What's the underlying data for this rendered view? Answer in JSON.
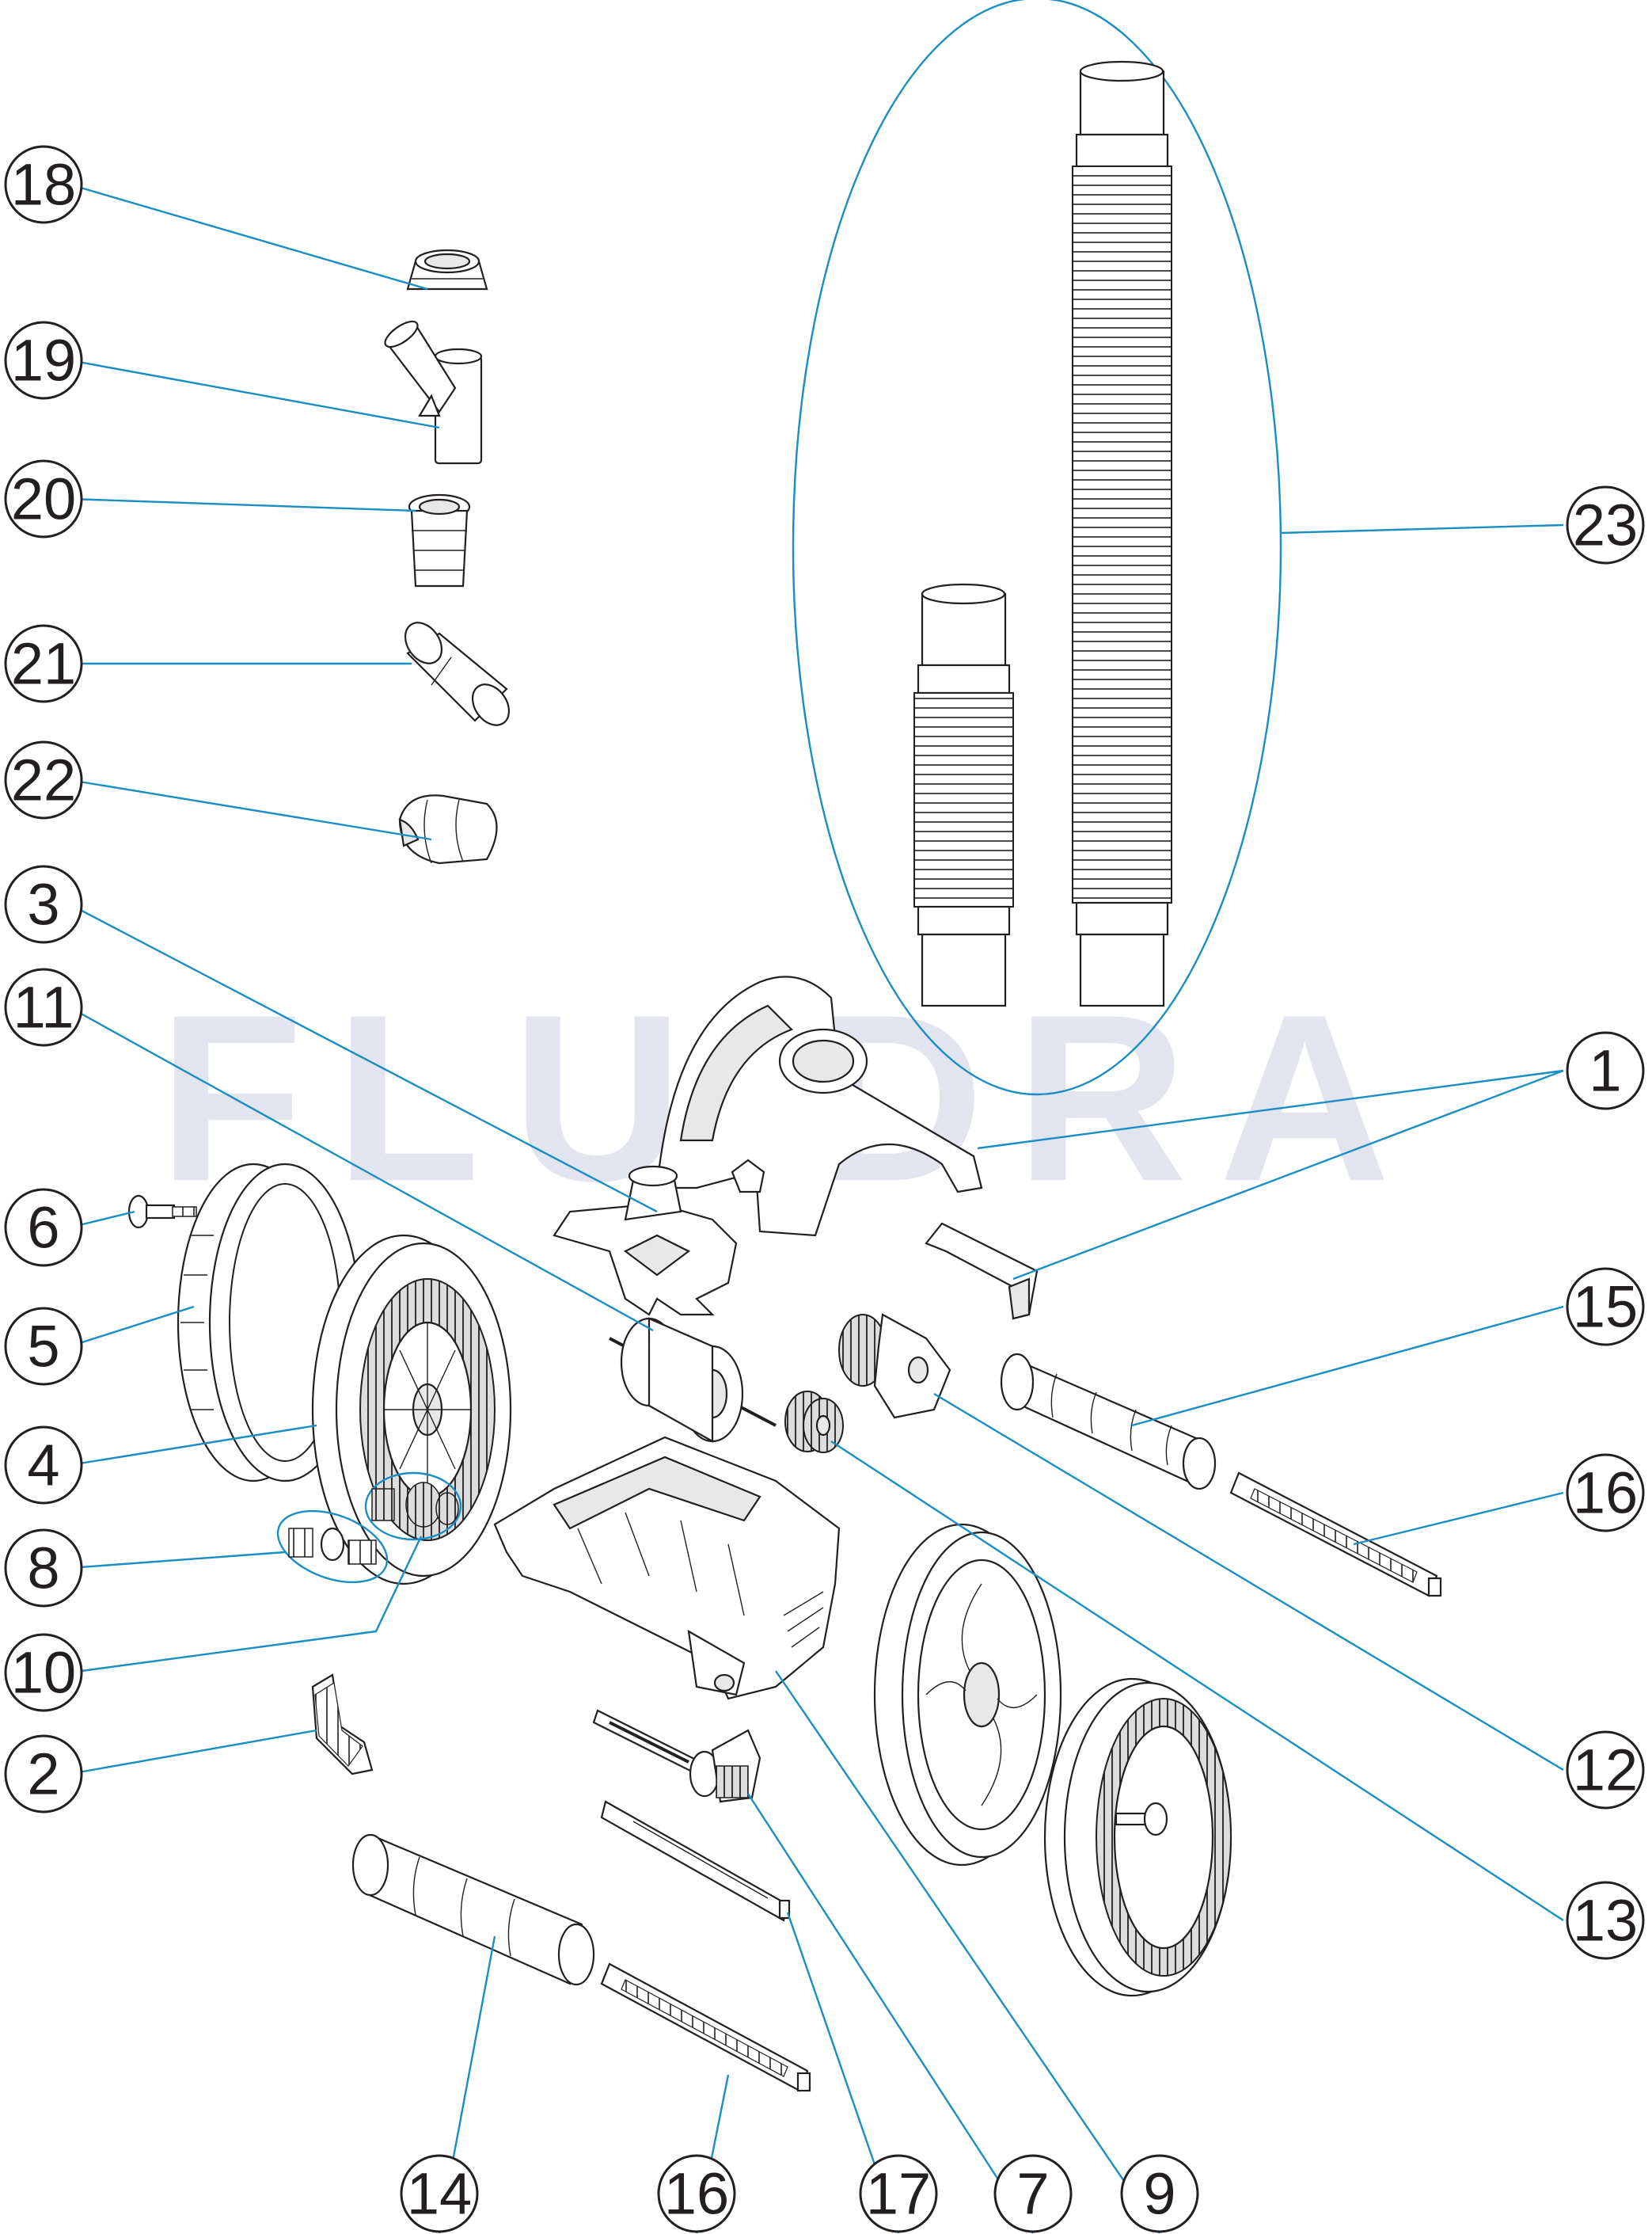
{
  "watermark": "FLUIDRA",
  "callouts": [
    {
      "id": "c18",
      "label": "18"
    },
    {
      "id": "c19",
      "label": "19"
    },
    {
      "id": "c20",
      "label": "20"
    },
    {
      "id": "c21",
      "label": "21"
    },
    {
      "id": "c22",
      "label": "22"
    },
    {
      "id": "c3",
      "label": "3"
    },
    {
      "id": "c11",
      "label": "11"
    },
    {
      "id": "c6",
      "label": "6"
    },
    {
      "id": "c5",
      "label": "5"
    },
    {
      "id": "c4",
      "label": "4"
    },
    {
      "id": "c8",
      "label": "8"
    },
    {
      "id": "c10",
      "label": "10"
    },
    {
      "id": "c2",
      "label": "2"
    },
    {
      "id": "c23",
      "label": "23"
    },
    {
      "id": "c1",
      "label": "1"
    },
    {
      "id": "c15",
      "label": "15"
    },
    {
      "id": "c16a",
      "label": "16"
    },
    {
      "id": "c12",
      "label": "12"
    },
    {
      "id": "c13",
      "label": "13"
    },
    {
      "id": "c14",
      "label": "14"
    },
    {
      "id": "c16b",
      "label": "16"
    },
    {
      "id": "c17",
      "label": "17"
    },
    {
      "id": "c7",
      "label": "7"
    },
    {
      "id": "c9",
      "label": "9"
    }
  ]
}
